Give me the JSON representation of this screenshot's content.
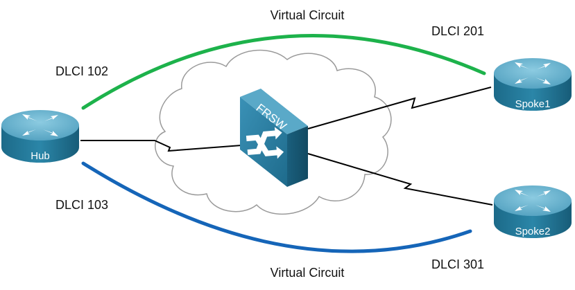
{
  "labels": {
    "vc_top": "Virtual Circuit",
    "vc_bottom": "Virtual Circuit",
    "dlci_hub_top": "DLCI 102",
    "dlci_hub_bottom": "DLCI 103",
    "dlci_spoke1": "DLCI 201",
    "dlci_spoke2": "DLCI 301"
  },
  "devices": {
    "hub": "Hub",
    "spoke1": "Spoke1",
    "spoke2": "Spoke2",
    "switch": "FRSW"
  },
  "colors": {
    "vc_top": "#1db24b",
    "vc_bottom": "#1565b8",
    "router_dark": "#1d6e8e",
    "router_light": "#6ab6d1",
    "cloud_stroke": "#9a9a9a",
    "link": "#000000"
  },
  "icons": {
    "router": "router-icon",
    "switch": "frame-relay-switch-icon",
    "cloud": "cloud-icon"
  }
}
